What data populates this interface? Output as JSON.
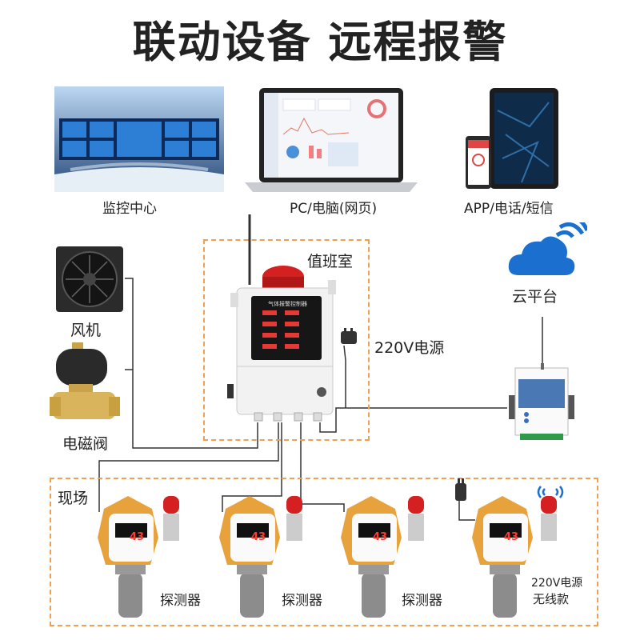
{
  "title": "联动设备 远程报警",
  "monitor_center": {
    "caption": "监控中心"
  },
  "pc": {
    "caption": "PC/电脑(网页)"
  },
  "app": {
    "caption": "APP/电话/短信"
  },
  "duty_room": {
    "label": "值班室",
    "panel_title": "气体报警控制器",
    "power_label": "220V电源"
  },
  "cloud": {
    "label": "云平台"
  },
  "fan": {
    "label": "风机"
  },
  "valve": {
    "label": "电磁阀"
  },
  "field": {
    "label": "现场",
    "detectors": [
      {
        "label": "探测器",
        "reading": "43"
      },
      {
        "label": "探测器",
        "reading": "43"
      },
      {
        "label": "探测器",
        "reading": "43"
      },
      {
        "label": "220V电源",
        "label2": "无线款",
        "reading": "43"
      }
    ]
  },
  "colors": {
    "dash": "#f0a050",
    "detector_body": "#e8a23c",
    "alarm_red": "#d42020",
    "cloud_blue": "#1a6fcf"
  }
}
